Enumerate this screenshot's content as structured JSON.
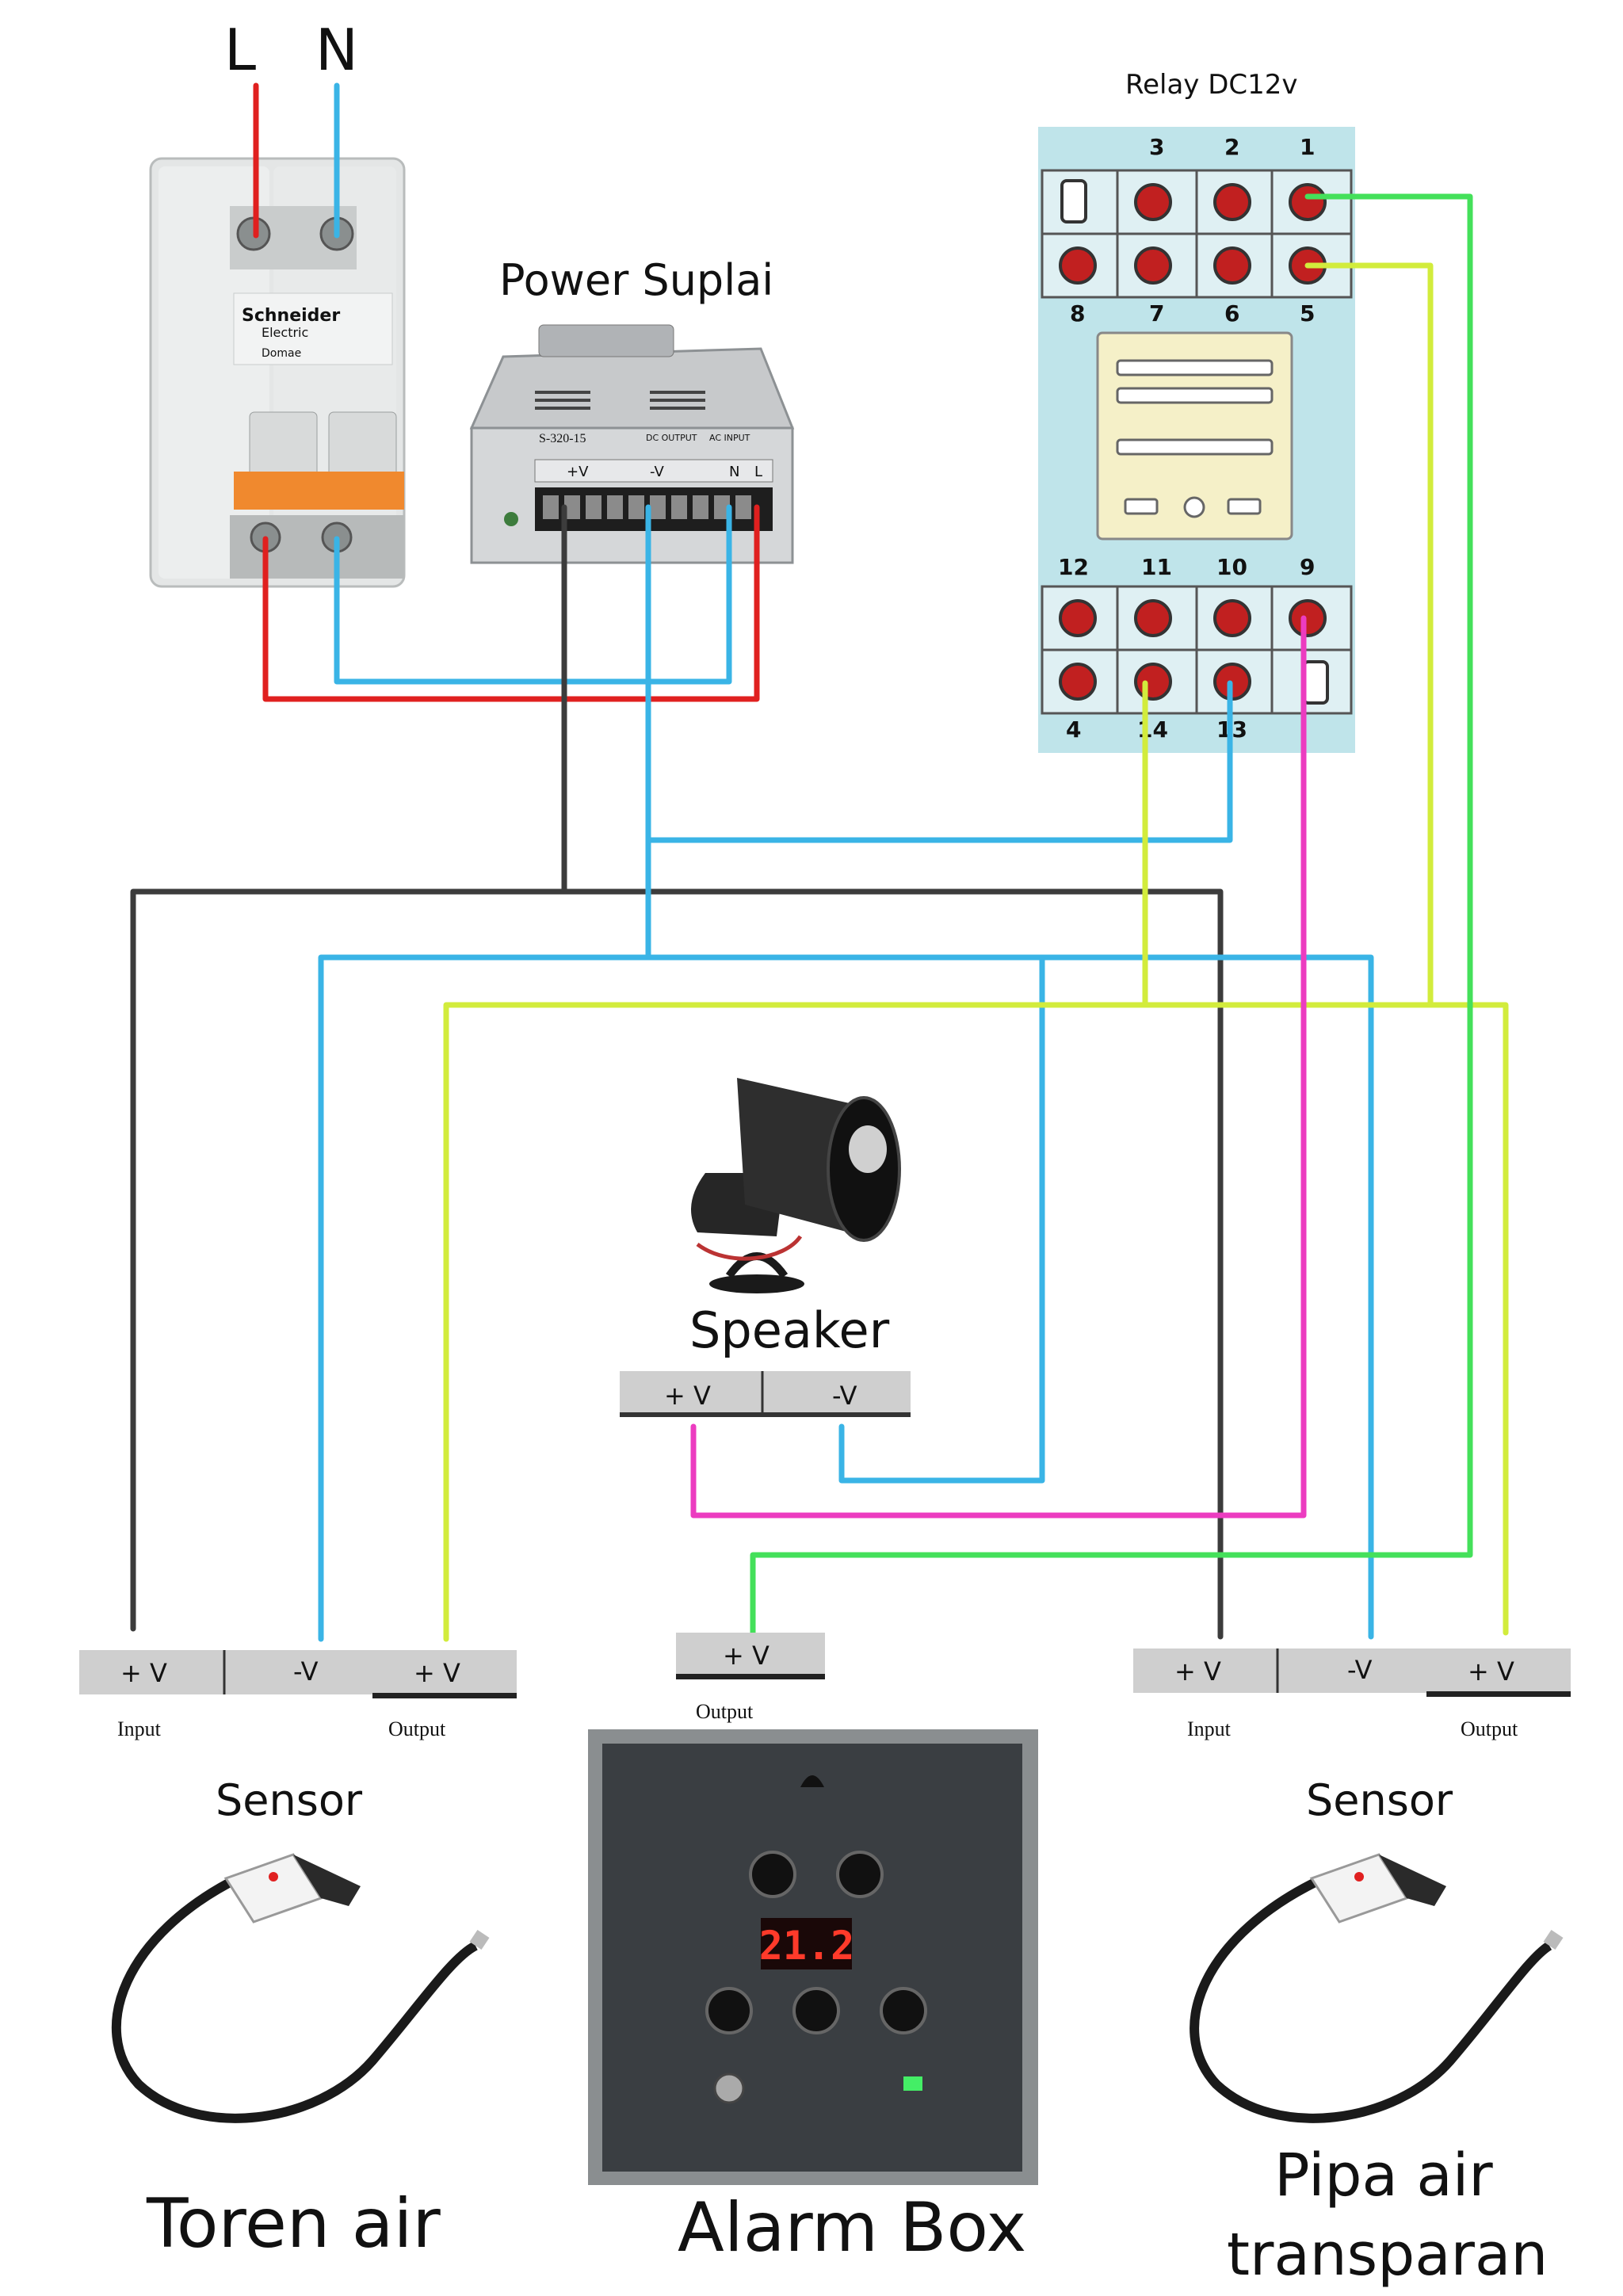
{
  "mains": {
    "line_label": "L",
    "neutral_label": "N"
  },
  "breaker": {
    "brand": "Schneider",
    "brand_sub": "Electric",
    "model": "Domae"
  },
  "power_supply": {
    "title": "Power Suplai",
    "model_text": "S-320-15",
    "dc_output_text": "DC OUTPUT",
    "ac_input_text": "AC INPUT",
    "terminal_labels": [
      "+V",
      "-V",
      "N",
      "L"
    ]
  },
  "relay": {
    "title": "Relay DC12v",
    "top_numbers": [
      "3",
      "2",
      "1"
    ],
    "row2_numbers": [
      "8",
      "7",
      "6",
      "5"
    ],
    "row3_numbers": [
      "12",
      "11",
      "10",
      "9"
    ],
    "bottom_numbers": [
      "4",
      "14",
      "13"
    ]
  },
  "speaker": {
    "title": "Speaker",
    "terminals": [
      "+ V",
      "-V"
    ]
  },
  "sensor_left": {
    "terminals": [
      "+ V",
      "-V",
      "+ V"
    ],
    "input_label": "Input",
    "output_label": "Output",
    "title": "Sensor",
    "caption": "Toren air"
  },
  "sensor_right": {
    "terminals": [
      "+ V",
      "-V",
      "+ V"
    ],
    "input_label": "Input",
    "output_label": "Output",
    "title": "Sensor",
    "caption_line1": "Pipa air",
    "caption_line2": "transparan"
  },
  "alarm_box": {
    "terminal": "+ V",
    "output_label": "Output",
    "display": "21.2",
    "caption": "Alarm Box"
  },
  "wire_colors": {
    "red": "#e0201f",
    "blue": "#3ab4e6",
    "black": "#3c3c3c",
    "yellow": "#d2ec3c",
    "green": "#44e05a",
    "magenta": "#ec3cc0"
  }
}
